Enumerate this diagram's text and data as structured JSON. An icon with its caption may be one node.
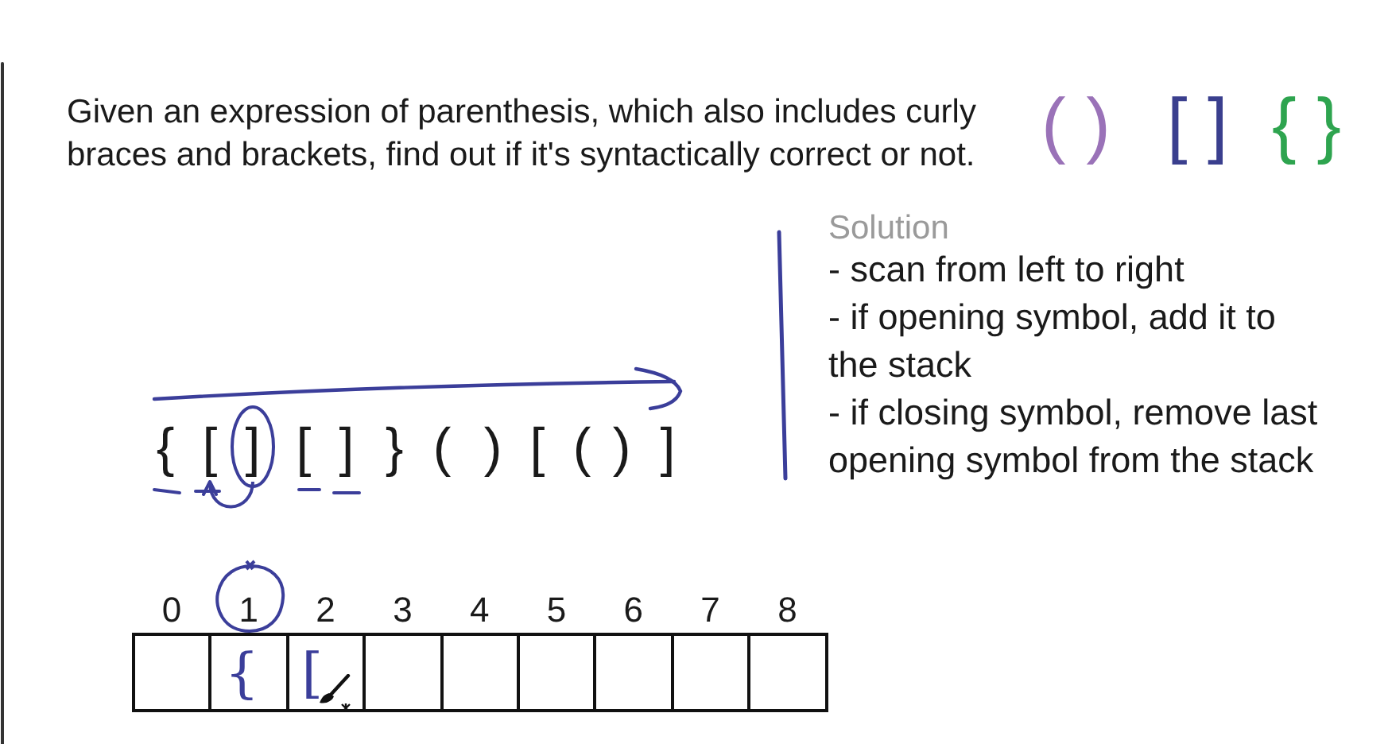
{
  "diagram": {
    "nodes": [
      {
        "text": [
          "{"
        ]
      },
      {
        "text": [
          "["
        ]
      },
      {
        "text": [
          "]"
        ]
      },
      {
        "text": [
          "["
        ]
      },
      {
        "text": [
          "]"
        ]
      },
      {
        "text": [
          "}"
        ]
      },
      {
        "text": [
          "("
        ]
      },
      {
        "text": [
          ")"
        ]
      },
      {
        "text": [
          "["
        ]
      },
      {
        "text": [
          "("
        ]
      },
      {
        "text": [
          ")"
        ]
      },
      {
        "text": [
          "]"
        ]
      },
      {
        "text": [],
        "shape": "box",
        "beside": [
          "0"
        ]
      },
      {
        "text": [
          "{"
        ],
        "beside": [
          "1"
        ]
      },
      {
        "text": [
          "["
        ],
        "beside": [
          "2"
        ]
      },
      {
        "text": [],
        "shape": "box",
        "beside": [
          "3"
        ]
      },
      {
        "text": [],
        "shape": "box",
        "beside": [
          "4"
        ]
      },
      {
        "text": [],
        "shape": "box",
        "beside": [
          "5"
        ]
      },
      {
        "text": [],
        "shape": "box",
        "beside": [
          "6"
        ]
      },
      {
        "text": [],
        "shape": "box",
        "beside": [
          "7"
        ]
      },
      {
        "text": [],
        "shape": "box",
        "beside": [
          "8"
        ]
      }
    ],
    "edges": [
      {
        "from": 2,
        "to": 1,
        "arrow": "to"
      }
    ],
    "labels": [
      "Given an expression of parenthesis, which also includes curly braces and brackets, find out if it's syntactically correct or not.",
      "( )",
      "[ ]",
      "{ }",
      "Solution",
      "- scan from left to right",
      "- if opening symbol, add it to the stack",
      "- if closing symbol, remove last opening symbol from the stack"
    ]
  }
}
